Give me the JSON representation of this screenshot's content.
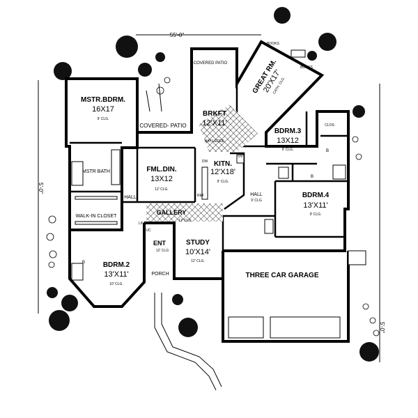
{
  "dimensions": {
    "width": "55'-0\"",
    "depth": "5'-0\"",
    "depth_right": "5'-0\""
  },
  "rooms": [
    {
      "id": "mstr-bdrm",
      "name": "MSTR.BDRM.",
      "size": "16X17",
      "ceiling": "9' CLG."
    },
    {
      "id": "great-rm",
      "name": "GREAT RM.",
      "size": "20'X17'",
      "ceiling": "CATH. CLG."
    },
    {
      "id": "brkft",
      "name": "BRKFT",
      "size": "12'X11'",
      "ceiling": "BAY LEDGE"
    },
    {
      "id": "bdrm3",
      "name": "BDRM.3",
      "size": "13X12",
      "ceiling": "9' CLG."
    },
    {
      "id": "fml-din",
      "name": "FML.DIN.",
      "size": "13X12",
      "ceiling": "12' CLG."
    },
    {
      "id": "kitn",
      "name": "KITN.",
      "size": "12'X18'",
      "ceiling": "9' CLG."
    },
    {
      "id": "bdrm4",
      "name": "BDRM.4",
      "size": "13'X11'",
      "ceiling": "9' CLG."
    },
    {
      "id": "study",
      "name": "STUDY",
      "size": "10'X14'",
      "ceiling": "12' CLG."
    },
    {
      "id": "bdrm2",
      "name": "BDRM.2",
      "size": "13'X11'",
      "ceiling": "10' CLG."
    }
  ],
  "labels": {
    "covered_patio_top": "COVERED PATIO",
    "covered_patio_mid": "COVERED- PATIO",
    "mstr_bath": "MSTR BATH",
    "walkin": "WALK-IN CLOSET",
    "hall_left": "HALL",
    "hall_right": "HALL",
    "hall_right_ceil": "9' CLG",
    "gallery": "GALLERY",
    "gallery_ceil": "12' CLG.",
    "ent": "ENT",
    "ent_ceil": "12' CLG",
    "porch": "PORCH",
    "garage": "THREE CAR GARAGE",
    "books1": "BOOKS",
    "books2": "BOOKS",
    "clos": "CLOS",
    "dw": "DW",
    "ref": "REF",
    "ov": "OV",
    "lin": "LIN",
    "uc": "UC",
    "b1": "B",
    "b2": "B",
    "b3": "B"
  }
}
